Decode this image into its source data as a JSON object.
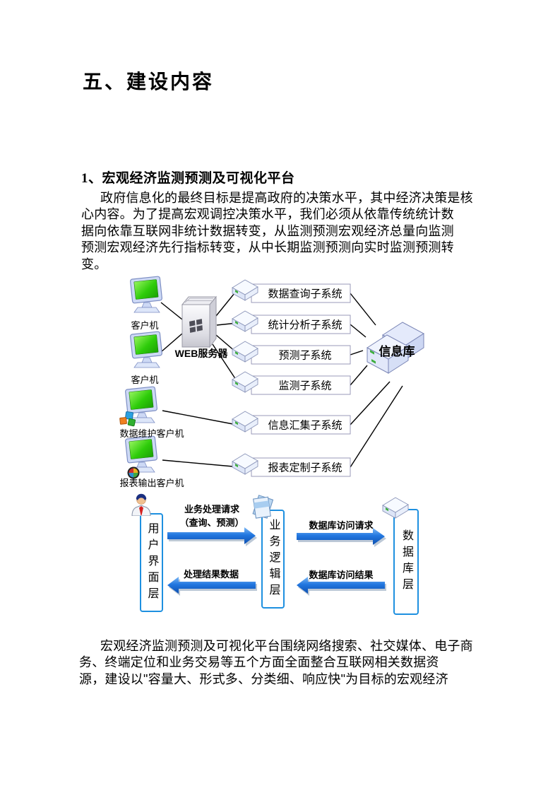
{
  "page": {
    "heading": "五、建设内容",
    "subheading": "1、宏观经济监测预测及可视化平台",
    "paragraph_intro": "政府信息化的最终目标是提高政府的决策水平，其中经济决策是核\n心内容。为了提高宏观调控决策水平，我们必须从依靠传统统计数\n据向依靠互联网非统计数据转变，从监测预测宏观经济总量向监测\n预测宏观经济先行指标转变，从中长期监测预测向实时监测预测转\n变。",
    "paragraph_platform": "宏观经济监测预测及可视化平台围绕网络搜索、社交媒体、电子商\n务、终端定位和业务交易等五个方面全面整合互联网相关数据资\n源，建设以\"容量大、形式多、分类细、响应快\"为目标的宏观经济"
  },
  "architecture_diagram": {
    "client_top_label": "客户机",
    "client_bottom_label": "客户机",
    "data_maintenance_client_label": "数据维护客户机",
    "report_output_client_label": "报表输出客户机",
    "web_server_label": "WEB服务器",
    "subsystems": [
      "数据查询子系统",
      "统计分析子系统",
      "预测子系统",
      "监测子系统",
      "信息汇集子系统",
      "报表定制子系统"
    ],
    "info_db_label": "信息库"
  },
  "layer_diagram": {
    "ui_layer": "用户界面层",
    "logic_layer": "业务逻辑层",
    "db_layer": "数据库层",
    "request_label": "业务处理请求\n（查询、预测）",
    "db_request_label": "数据库访问请求",
    "result_label": "处理结果数据",
    "db_result_label": "数据库访问结果"
  },
  "colors": {
    "arrow_blue": "#1b6cd2",
    "layer_border_blue": "#1e90e0",
    "screen_green": "#2ecc0a",
    "info_db_text_blue": "#2433c0"
  }
}
